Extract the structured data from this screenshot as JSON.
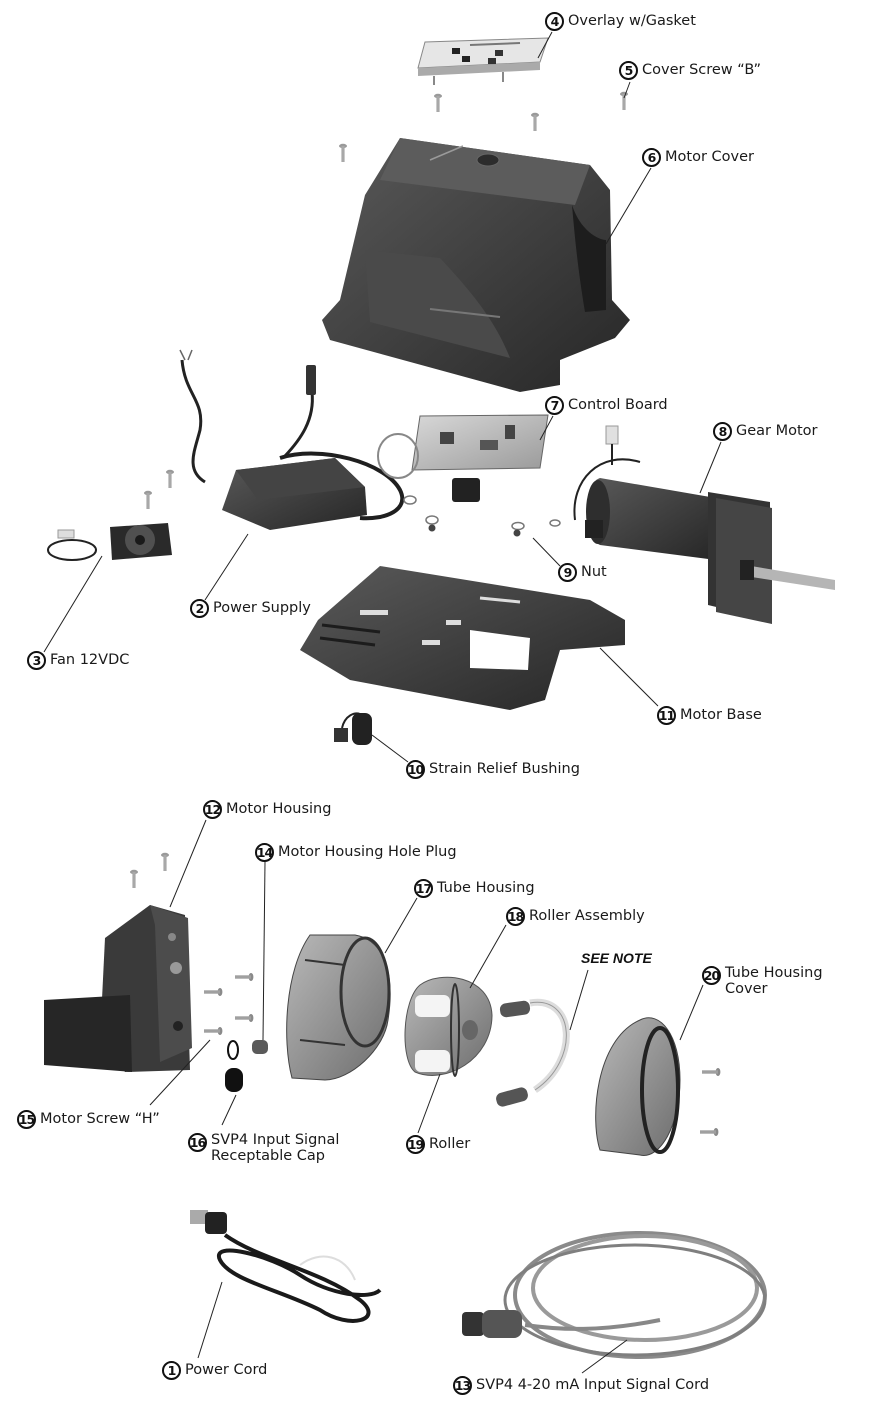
{
  "diagram": {
    "type": "exploded-parts-view",
    "callouts": [
      {
        "num": "1",
        "label": "Power Cord"
      },
      {
        "num": "2",
        "label": "Power Supply"
      },
      {
        "num": "3",
        "label": "Fan 12VDC"
      },
      {
        "num": "4",
        "label": "Overlay w/Gasket"
      },
      {
        "num": "5",
        "label": "Cover Screw “B”"
      },
      {
        "num": "6",
        "label": "Motor Cover"
      },
      {
        "num": "7",
        "label": "Control Board"
      },
      {
        "num": "8",
        "label": "Gear Motor"
      },
      {
        "num": "9",
        "label": "Nut"
      },
      {
        "num": "10",
        "label": "Strain Relief Bushing"
      },
      {
        "num": "11",
        "label": "Motor Base"
      },
      {
        "num": "12",
        "label": "Motor Housing"
      },
      {
        "num": "13",
        "label": "SVP4 4-20 mA Input Signal Cord"
      },
      {
        "num": "14",
        "label": "Motor Housing Hole Plug"
      },
      {
        "num": "15",
        "label": "Motor Screw “H”"
      },
      {
        "num": "16",
        "label": "SVP4 Input Signal\nReceptable Cap"
      },
      {
        "num": "17",
        "label": "Tube Housing"
      },
      {
        "num": "18",
        "label": "Roller Assembly"
      },
      {
        "num": "19",
        "label": "Roller"
      },
      {
        "num": "20",
        "label": "Tube Housing\nCover"
      }
    ],
    "note": "SEE NOTE"
  }
}
